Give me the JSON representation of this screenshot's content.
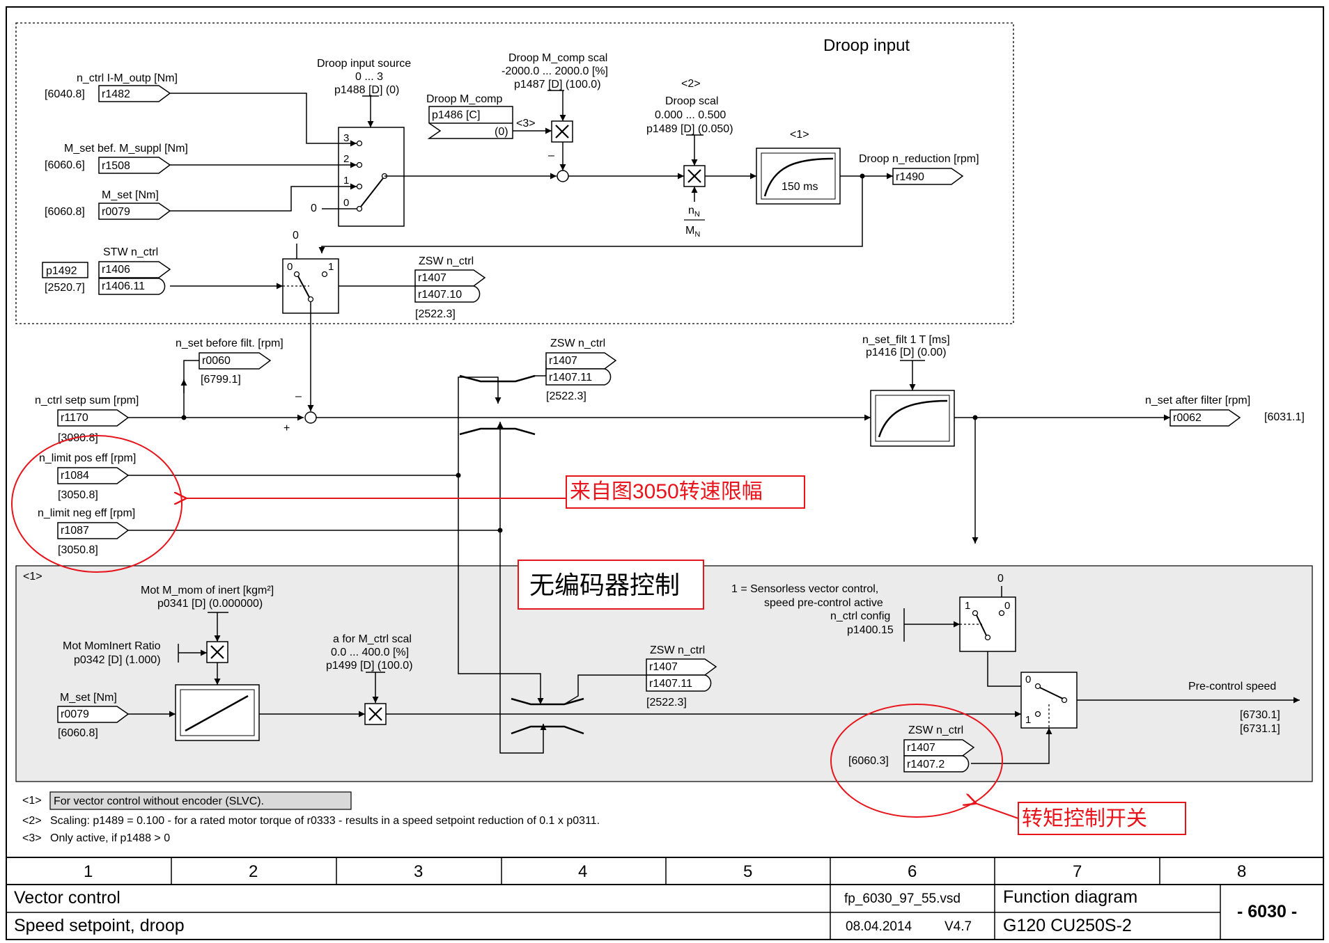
{
  "droop_section": {
    "title": "Droop input",
    "in_torque": {
      "label": "n_ctrl I-M_outp [Nm]",
      "ref": "[6040.8]",
      "param": "r1482"
    },
    "in_mset_bef": {
      "label": "M_set bef. M_suppl [Nm]",
      "ref": "[6060.6]",
      "param": "r1508"
    },
    "in_mset": {
      "label": "M_set [Nm]",
      "ref": "[6060.8]",
      "param": "r0079"
    },
    "zero": "0",
    "source": {
      "title": "Droop input source",
      "range": "0 ... 3",
      "param": "p1488 [D] (0)",
      "pos3": "3",
      "pos2": "2",
      "pos1": "1",
      "pos0": "0"
    },
    "mcomp_scal": {
      "title": "Droop M_comp scal",
      "range": "-2000.0 ... 2000.0 [%]",
      "param": "p1487 [D] (100.0)"
    },
    "mcomp": {
      "title": "Droop M_comp",
      "param": "p1486 [C]",
      "default": "(0)",
      "note": "<3>"
    },
    "minus": "–",
    "scal": {
      "note": "<2>",
      "title": "Droop scal",
      "range": "0.000 ... 0.500",
      "param": "p1489 [D] (0.050)",
      "nn": "n",
      "nn_sub": "N",
      "mn": "M",
      "mn_sub": "N"
    },
    "filter": {
      "note": "<1>",
      "time": "150 ms"
    },
    "output": {
      "title": "Droop n_reduction [rpm]",
      "param": "r1490"
    },
    "stw": {
      "title": "STW n_ctrl",
      "p": "p1492",
      "ref": "[2520.7]",
      "r1": "r1406",
      "r2": "r1406.11"
    },
    "switch": {
      "top": "0",
      "pos0": "0",
      "pos1": "1"
    },
    "zsw": {
      "title": "ZSW n_ctrl",
      "r1": "r1407",
      "r2": "r1407.10",
      "ref": "[2522.3]"
    }
  },
  "main_path": {
    "setp_sum": {
      "label": "n_ctrl setp sum [rpm]",
      "param": "r1170",
      "ref": "[3080.8]"
    },
    "before_filt": {
      "label": "n_set before filt. [rpm]",
      "param": "r0060",
      "ref": "[6799.1]"
    },
    "sum_minus": "–",
    "sum_plus": "+",
    "zsw_top": {
      "title": "ZSW n_ctrl",
      "r1": "r1407",
      "r2": "r1407.11",
      "ref": "[2522.3]"
    },
    "filt": {
      "title": "n_set_filt 1 T [ms]",
      "param": "p1416 [D] (0.00)"
    },
    "after_filter": {
      "label": "n_set after filter [rpm]",
      "param": "r0062",
      "ref": "[6031.1]"
    },
    "lim_pos": {
      "label": "n_limit pos eff [rpm]",
      "param": "r1084",
      "ref": "[3050.8]"
    },
    "lim_neg": {
      "label": "n_limit neg eff [rpm]",
      "param": "r1087",
      "ref": "[3050.8]"
    }
  },
  "annotations": {
    "from_3050": "来自图3050转速限幅",
    "sensorless": "无编码器控制",
    "torque_switch": "转矩控制开关"
  },
  "slvc_section": {
    "note": "<1>",
    "inertia": {
      "title": "Mot M_mom of inert [kgm²]",
      "param": "p0341 [D] (0.000000)"
    },
    "ratio": {
      "title": "Mot MomInert Ratio",
      "param": "p0342 [D] (1.000)"
    },
    "mset": {
      "label": "M_set [Nm]",
      "param": "r0079",
      "ref": "[6060.8]"
    },
    "scal": {
      "title": "a for M_ctrl scal",
      "range": "0.0 ... 400.0 [%]",
      "param": "p1499 [D] (100.0)"
    },
    "zsw_mid": {
      "title": "ZSW n_ctrl",
      "r1": "r1407",
      "r2": "r1407.11",
      "ref": "[2522.3]"
    },
    "sensorless_note": {
      "line1": "1 = Sensorless vector control,",
      "line2": "speed pre-control active",
      "line3": "n_ctrl config",
      "param": "p1400.15"
    },
    "switch1": {
      "top": "0",
      "pos1": "1",
      "pos0": "0"
    },
    "switch2": {
      "pos0": "0",
      "pos1": "1"
    },
    "precontrol": {
      "label": "Pre-control speed",
      "ref1": "[6730.1]",
      "ref2": "[6731.1]"
    },
    "zsw_bottom": {
      "title": "ZSW n_ctrl",
      "r1": "r1407",
      "r2": "r1407.2",
      "ref": "[6060.3]"
    }
  },
  "footnotes": [
    {
      "mark": "<1>",
      "text": "For vector control without encoder (SLVC)."
    },
    {
      "mark": "<2>",
      "text": "Scaling: p1489 = 0.100 - for a rated motor torque of r0333 - results in a speed setpoint reduction of 0.1 x  p0311."
    },
    {
      "mark": "<3>",
      "text": "Only active, if p1488 > 0"
    }
  ],
  "footer": {
    "columns": [
      "1",
      "2",
      "3",
      "4",
      "5",
      "6",
      "7",
      "8"
    ],
    "title1": "Vector control",
    "title2": "Speed setpoint, droop",
    "file": "fp_6030_97_55.vsd",
    "date": "08.04.2014",
    "version": "V4.7",
    "type": "Function diagram",
    "device": "G120 CU250S-2",
    "number": "- 6030 -"
  },
  "colors": {
    "annotation": "#e8141b",
    "slvc_background": "#ebebeb",
    "footnote_box": "#d9d9d9"
  }
}
